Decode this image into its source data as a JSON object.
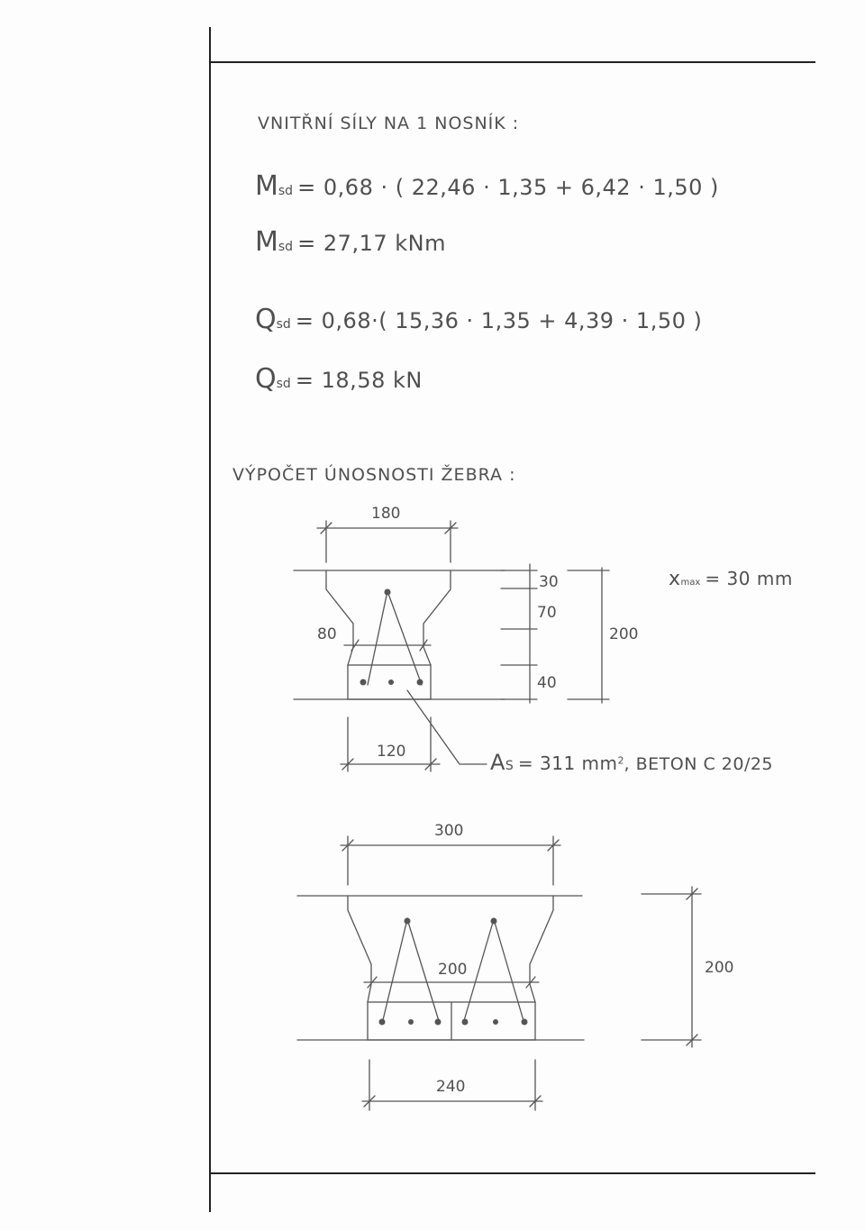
{
  "headings": {
    "internal_forces": "VNITŘNÍ SÍLY NA 1 NOSNÍK :",
    "rib_capacity": "VÝPOČET ÚNOSNOSTI ŽEBRA :"
  },
  "equations": {
    "msd_formula": {
      "symbol": "M",
      "sub": "sd",
      "rhs": "= 0,68 · ( 22,46 · 1,35 + 6,42 · 1,50 )"
    },
    "msd_result": {
      "symbol": "M",
      "sub": "sd",
      "rhs": "= 27,17 kNm"
    },
    "qsd_formula": {
      "symbol": "Q",
      "sub": "sd",
      "rhs": "= 0,68·( 15,36 · 1,35 + 4,39 · 1,50 )"
    },
    "qsd_result": {
      "symbol": "Q",
      "sub": "sd",
      "rhs": "= 18,58 kN"
    }
  },
  "section1": {
    "dim_width_top": "180",
    "dim_flange_depth": "30",
    "dim_middle": "70",
    "dim_bottom": "40",
    "dim_total_height": "200",
    "dim_bottom_width": "120",
    "dim_side": "80",
    "xmax": {
      "symbol": "x",
      "sub": "max",
      "value": "= 30 mm"
    },
    "steel_area": {
      "symbol": "A",
      "sub": "S",
      "value": "= 311 mm",
      "sup": "2",
      "concrete": ", BETON  C 20/25"
    }
  },
  "section2": {
    "dim_width_top": "300",
    "dim_inner": "200",
    "dim_height": "200",
    "dim_bottom_width": "240"
  }
}
